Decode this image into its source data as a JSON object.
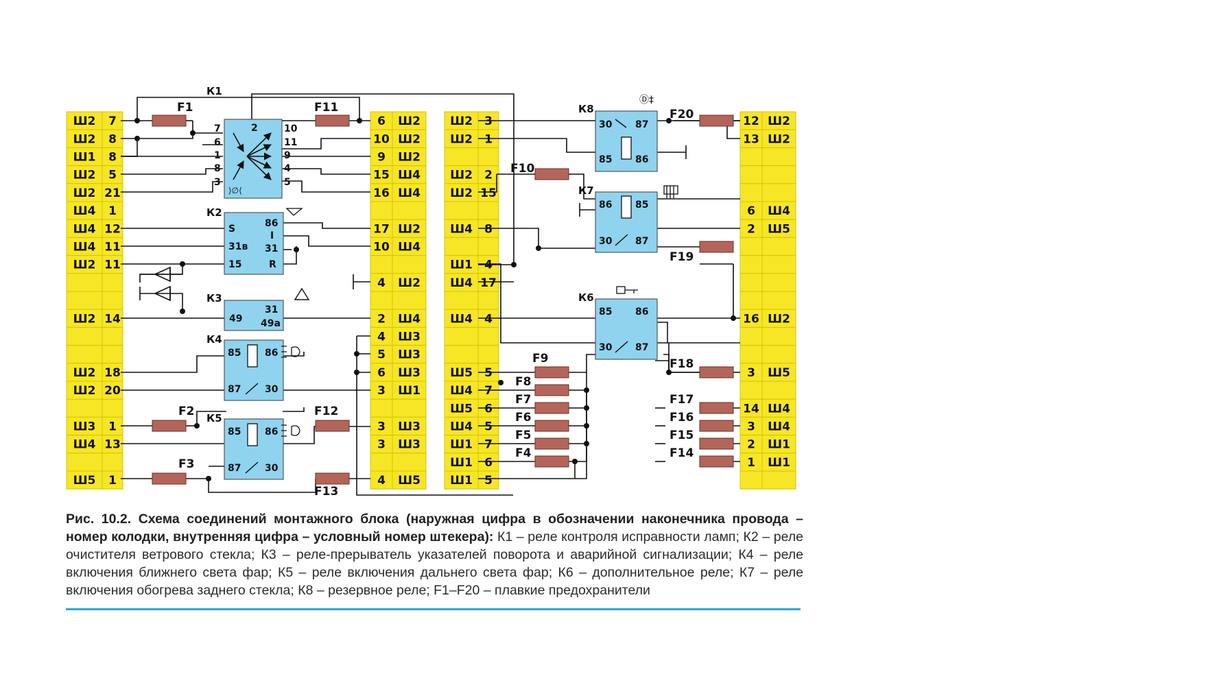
{
  "colors": {
    "connector_fill": "#f6e626",
    "relay_fill": "#8fd3ef",
    "fuse_fill": "#b4655a",
    "wire": "#111111",
    "accent_rule": "#2aa7df"
  },
  "left_column": [
    {
      "outer": "Ш2",
      "inner": "7"
    },
    {
      "outer": "Ш2",
      "inner": "8"
    },
    {
      "outer": "Ш1",
      "inner": "8"
    },
    {
      "outer": "Ш2",
      "inner": "5"
    },
    {
      "outer": "Ш2",
      "inner": "21"
    },
    {
      "outer": "Ш4",
      "inner": "1"
    },
    {
      "outer": "Ш4",
      "inner": "12"
    },
    {
      "outer": "Ш4",
      "inner": "11"
    },
    {
      "outer": "Ш2",
      "inner": "11"
    },
    {
      "outer": "",
      "inner": ""
    },
    {
      "outer": "",
      "inner": ""
    },
    {
      "outer": "Ш2",
      "inner": "14"
    },
    {
      "outer": "",
      "inner": ""
    },
    {
      "outer": "",
      "inner": ""
    },
    {
      "outer": "Ш2",
      "inner": "18"
    },
    {
      "outer": "Ш2",
      "inner": "20"
    },
    {
      "outer": "",
      "inner": ""
    },
    {
      "outer": "Ш3",
      "inner": "1"
    },
    {
      "outer": "Ш4",
      "inner": "13"
    },
    {
      "outer": "",
      "inner": ""
    },
    {
      "outer": "Ш5",
      "inner": "1"
    }
  ],
  "center_left_column": [
    {
      "inner": "6",
      "outer": "Ш2"
    },
    {
      "inner": "10",
      "outer": "Ш2"
    },
    {
      "inner": "9",
      "outer": "Ш2"
    },
    {
      "inner": "15",
      "outer": "Ш4"
    },
    {
      "inner": "16",
      "outer": "Ш4"
    },
    {
      "inner": "",
      "outer": ""
    },
    {
      "inner": "17",
      "outer": "Ш2"
    },
    {
      "inner": "10",
      "outer": "Ш4"
    },
    {
      "inner": "",
      "outer": ""
    },
    {
      "inner": "4",
      "outer": "Ш2"
    },
    {
      "inner": "",
      "outer": ""
    },
    {
      "inner": "2",
      "outer": "Ш4"
    },
    {
      "inner": "4",
      "outer": "Ш3"
    },
    {
      "inner": "5",
      "outer": "Ш3"
    },
    {
      "inner": "6",
      "outer": "Ш3"
    },
    {
      "inner": "3",
      "outer": "Ш1"
    },
    {
      "inner": "",
      "outer": ""
    },
    {
      "inner": "3",
      "outer": "Ш3"
    },
    {
      "inner": "3",
      "outer": "Ш3"
    },
    {
      "inner": "",
      "outer": ""
    },
    {
      "inner": "4",
      "outer": "Ш5"
    }
  ],
  "center_right_column": [
    {
      "outer": "Ш2",
      "inner": "3"
    },
    {
      "outer": "Ш2",
      "inner": "1"
    },
    {
      "outer": "",
      "inner": ""
    },
    {
      "outer": "Ш2",
      "inner": "2"
    },
    {
      "outer": "Ш2",
      "inner": "15"
    },
    {
      "outer": "",
      "inner": ""
    },
    {
      "outer": "Ш4",
      "inner": "8"
    },
    {
      "outer": "",
      "inner": ""
    },
    {
      "outer": "Ш1",
      "inner": "4"
    },
    {
      "outer": "Ш4",
      "inner": "17"
    },
    {
      "outer": "",
      "inner": ""
    },
    {
      "outer": "Ш4",
      "inner": "4"
    },
    {
      "outer": "",
      "inner": ""
    },
    {
      "outer": "",
      "inner": ""
    },
    {
      "outer": "Ш5",
      "inner": "5"
    },
    {
      "outer": "Ш4",
      "inner": "7"
    },
    {
      "outer": "Ш5",
      "inner": "6"
    },
    {
      "outer": "Ш4",
      "inner": "5"
    },
    {
      "outer": "Ш1",
      "inner": "7"
    },
    {
      "outer": "Ш1",
      "inner": "6"
    },
    {
      "outer": "Ш1",
      "inner": "5"
    }
  ],
  "right_column": [
    {
      "inner": "12",
      "outer": "Ш2"
    },
    {
      "inner": "13",
      "outer": "Ш2"
    },
    {
      "inner": "",
      "outer": ""
    },
    {
      "inner": "",
      "outer": ""
    },
    {
      "inner": "",
      "outer": ""
    },
    {
      "inner": "6",
      "outer": "Ш4"
    },
    {
      "inner": "2",
      "outer": "Ш5"
    },
    {
      "inner": "",
      "outer": ""
    },
    {
      "inner": "",
      "outer": ""
    },
    {
      "inner": "",
      "outer": ""
    },
    {
      "inner": "",
      "outer": ""
    },
    {
      "inner": "16",
      "outer": "Ш2"
    },
    {
      "inner": "",
      "outer": ""
    },
    {
      "inner": "",
      "outer": ""
    },
    {
      "inner": "3",
      "outer": "Ш5"
    },
    {
      "inner": "",
      "outer": ""
    },
    {
      "inner": "14",
      "outer": "Ш4"
    },
    {
      "inner": "3",
      "outer": "Ш4"
    },
    {
      "inner": "2",
      "outer": "Ш1"
    },
    {
      "inner": "1",
      "outer": "Ш1"
    },
    {
      "inner": "",
      "outer": ""
    }
  ],
  "relays": {
    "K1": {
      "label": "К1",
      "pins_left": [
        "7",
        "6",
        "1",
        "8",
        "3"
      ],
      "pin_top": "2",
      "pins_right": [
        "10",
        "11",
        "9",
        "4",
        "5"
      ]
    },
    "K2": {
      "label": "К2",
      "pin_s": "S",
      "pin_31v": "31в",
      "pin_15": "15",
      "pin_86": "86",
      "pin_i": "I",
      "pin_31": "31",
      "pin_r": "R"
    },
    "K3": {
      "label": "К3",
      "pin_49": "49",
      "pin_31": "31",
      "pin_49a": "49а"
    },
    "K4": {
      "label": "К4",
      "pin_85": "85",
      "pin_86": "86",
      "pin_87": "87",
      "pin_30": "30"
    },
    "K5": {
      "label": "К5",
      "pin_85": "85",
      "pin_86": "86",
      "pin_87": "87",
      "pin_30": "30"
    },
    "K6": {
      "label": "К6",
      "pin_85": "85",
      "pin_86": "86",
      "pin_30": "30",
      "pin_87": "87"
    },
    "K7": {
      "label": "К7",
      "pin_86": "86",
      "pin_85": "85",
      "pin_30": "30",
      "pin_87": "87"
    },
    "K8": {
      "label": "К8",
      "pin_30": "30",
      "pin_87": "87",
      "pin_85": "85",
      "pin_86": "86"
    }
  },
  "fuses": {
    "F1": "F1",
    "F2": "F2",
    "F3": "F3",
    "F4": "F4",
    "F5": "F5",
    "F6": "F6",
    "F7": "F7",
    "F8": "F8",
    "F9": "F9",
    "F10": "F10",
    "F11": "F11",
    "F12": "F12",
    "F13": "F13",
    "F14": "F14",
    "F15": "F15",
    "F16": "F16",
    "F17": "F17",
    "F18": "F18",
    "F19": "F19",
    "F20": "F20"
  },
  "icons": {
    "fog": "fog-light-icon",
    "wiper": "wiper-icon",
    "hazard": "hazard-icon",
    "low_beam": "low-beam-icon",
    "high_beam": "high-beam-icon",
    "rear_defrost": "rear-defrost-icon",
    "ignition": "ignition-key-icon",
    "lamp_check": "lamp-check-icon",
    "diode": "diode-icon"
  },
  "caption": {
    "title": "Рис. 10.2. Схема соединений монтажного блока (наружная цифра в обозначении наконечника провода – номер колодки, внутренняя цифра – условный номер штекера):",
    "text": " К1 – реле контроля исправности ламп; К2 – реле очистителя ветрового стекла; К3 – реле-прерыватель указателей поворота и аварийной сигнализации; К4 – реле включения ближнего света фар; К5 – реле включения дальнего света фар; К6 – дополнительное реле; К7 – реле включения обогрева заднего стекла; К8 – резервное реле; F1–F20 – плавкие предохранители"
  }
}
